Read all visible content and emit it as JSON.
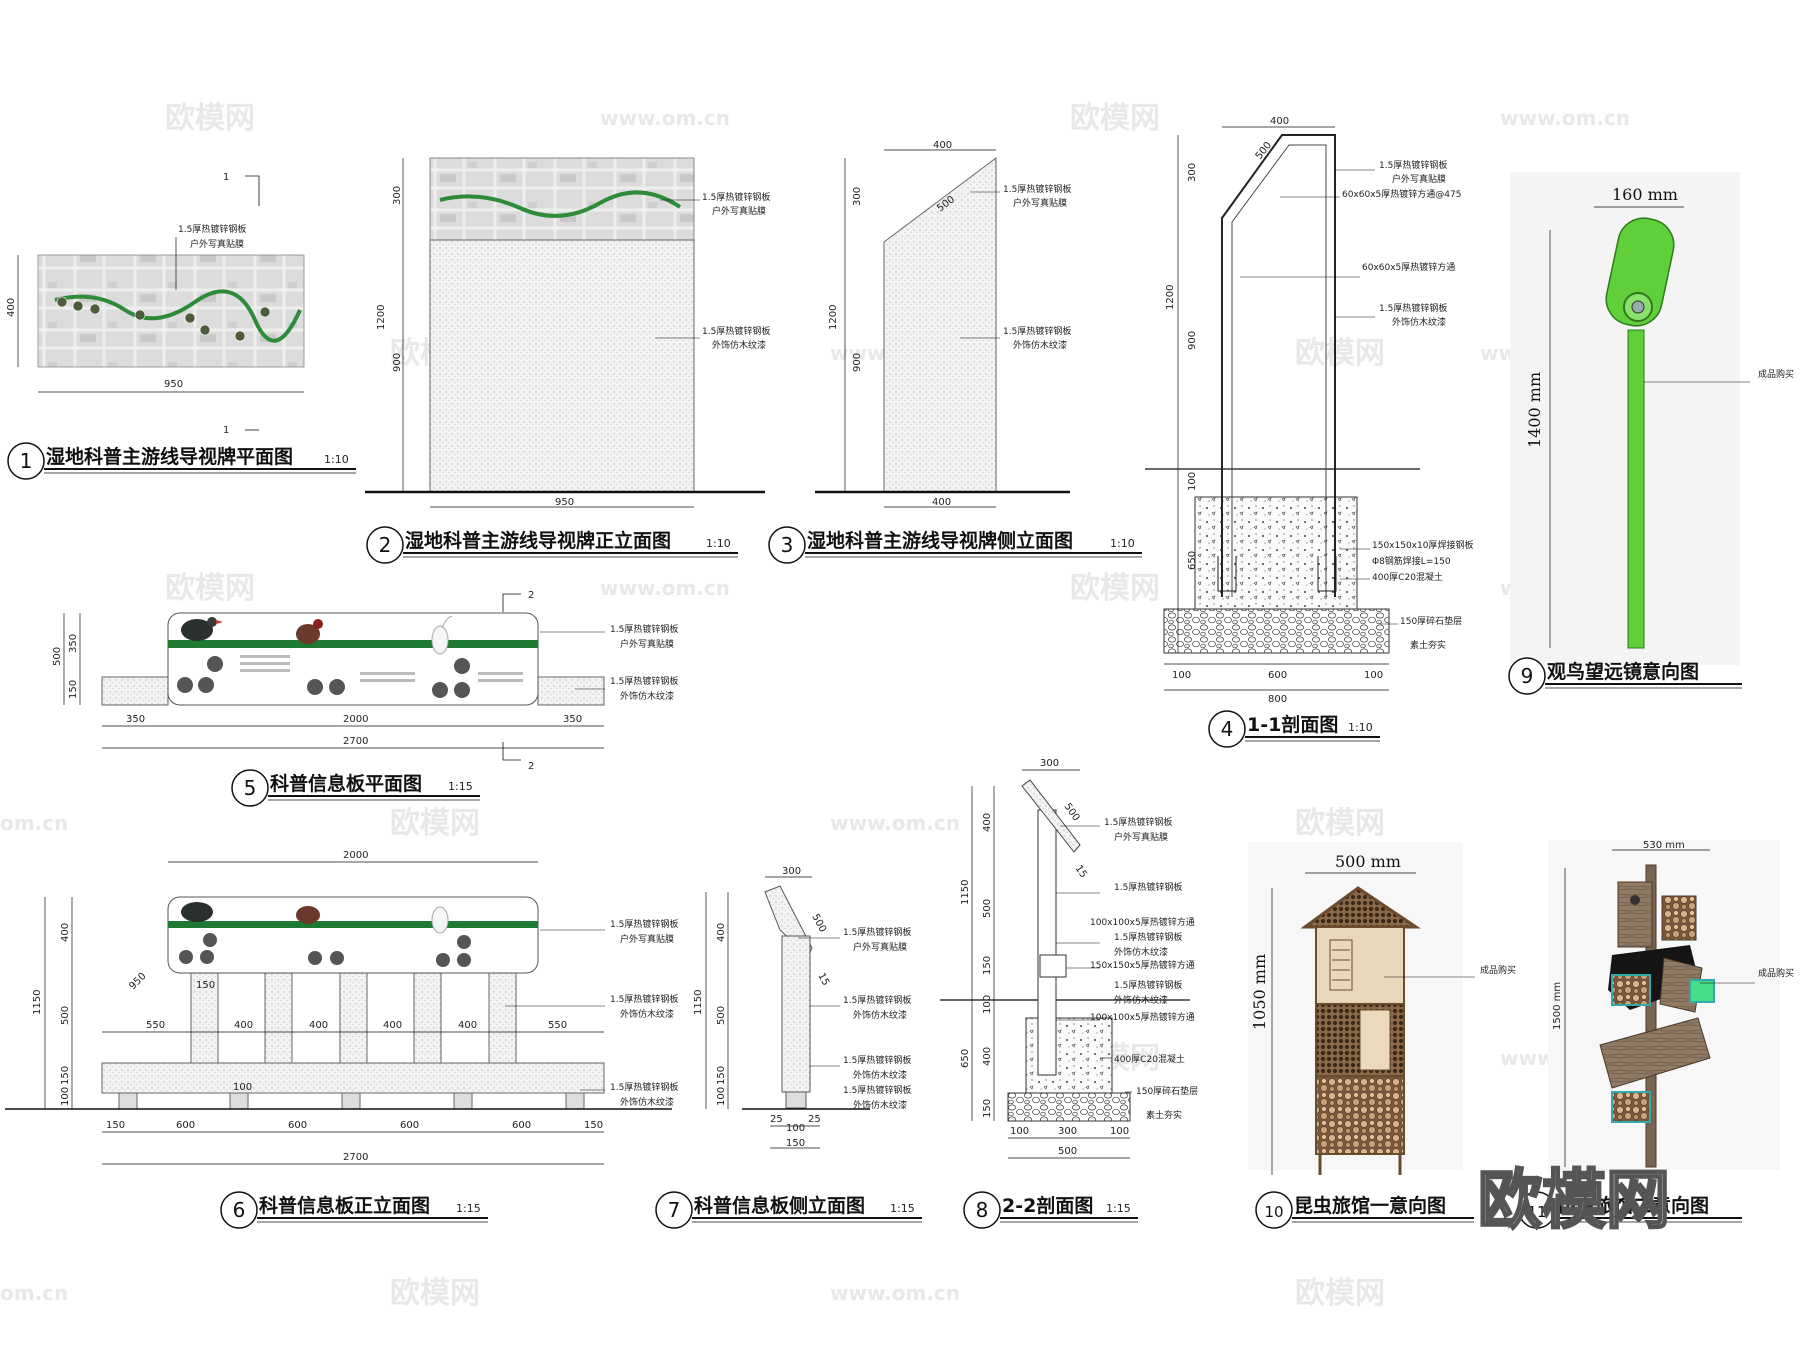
{
  "watermarks": {
    "logo": "欧模网",
    "url": "www.om.cn",
    "url_cut": "om.cn",
    "corner_logo": "欧模网"
  },
  "common": {
    "steel_plate": "1.5厚热镀锌钢板",
    "outdoor_print": "户外写真贴膜",
    "wood_grain": "外饰仿木纹漆",
    "finished": "成品购买",
    "gravel": "150厚碎石垫层",
    "soil": "素土夯实",
    "concrete": "400厚C20混凝土",
    "tube_60": "60x60x5厚热镀锌方通",
    "tube_60_475": "60x60x5厚热镀锌方通@475",
    "base_plate": "150x150x10厚焊接钢板",
    "anchor": "Φ8钢筋焊接L=150",
    "tube_100": "100x100x5厚热镀锌方通",
    "tube_150": "150x150x5厚热镀锌方通"
  },
  "drawings": [
    {
      "num": "1",
      "title": "湿地科普主游线导视牌平面图",
      "scale": "1:10"
    },
    {
      "num": "2",
      "title": "湿地科普主游线导视牌正立面图",
      "scale": "1:10"
    },
    {
      "num": "3",
      "title": "湿地科普主游线导视牌侧立面图",
      "scale": "1:10"
    },
    {
      "num": "4",
      "title": "1-1剖面图",
      "scale": "1:10"
    },
    {
      "num": "5",
      "title": "科普信息板平面图",
      "scale": "1:15"
    },
    {
      "num": "6",
      "title": "科普信息板正立面图",
      "scale": "1:15"
    },
    {
      "num": "7",
      "title": "科普信息板侧立面图",
      "scale": "1:15"
    },
    {
      "num": "8",
      "title": "2-2剖面图",
      "scale": "1:15"
    },
    {
      "num": "9",
      "title": "观鸟望远镜意向图",
      "scale": ""
    },
    {
      "num": "10",
      "title": "昆虫旅馆一意向图",
      "scale": ""
    },
    {
      "num": "11",
      "title": "昆虫旅馆二意向图",
      "scale": ""
    }
  ],
  "cut_marks": {
    "one": "1",
    "two": "2"
  },
  "dims": {
    "d1": {
      "w": "950",
      "h": "400"
    },
    "d2": {
      "w": "950",
      "top": "300",
      "h": "1200",
      "low": "900"
    },
    "d3": {
      "top": "400",
      "diag": "500",
      "h1": "300",
      "h": "1200",
      "low": "900",
      "w": "400"
    },
    "d4": {
      "top": "400",
      "diag": "500",
      "h1": "300",
      "h": "1200",
      "low": "900",
      "g": "100",
      "f": "650",
      "w100a": "100",
      "w600": "600",
      "w100b": "100",
      "w800": "800"
    },
    "d5": {
      "h": "500",
      "h350": "350",
      "h150": "150",
      "w350a": "350",
      "w2000": "2000",
      "w350b": "350",
      "w2700": "2700"
    },
    "d6": {
      "top": "2000",
      "h400": "400",
      "h500": "500",
      "h150": "150",
      "h100": "100",
      "h1150": "1150",
      "post": "150",
      "r": "950",
      "g550a": "550",
      "g400a": "400",
      "g400b": "400",
      "g400c": "400",
      "g400d": "400",
      "g550b": "550",
      "foot": "100",
      "b150a": "150",
      "b600a": "600",
      "b600b": "600",
      "b600c": "600",
      "b600d": "600",
      "b150b": "150",
      "w2700": "2700"
    },
    "d7": {
      "top": "300",
      "diag": "500",
      "ang": "15",
      "h400": "400",
      "h500": "500",
      "h150": "150",
      "h100": "100",
      "h1150": "1150",
      "w25a": "25",
      "w100": "100",
      "w25b": "25",
      "w150": "150"
    },
    "d8": {
      "top": "300",
      "diag": "500",
      "ang": "15",
      "h400": "400",
      "h500": "500",
      "h150": "150",
      "h100": "100",
      "h400b": "400",
      "h150b": "150",
      "h650": "650",
      "h1150": "1150",
      "w100a": "100",
      "w300": "300",
      "w100b": "100",
      "w500": "500"
    },
    "d9": {
      "w": "160 mm",
      "h": "1400 mm"
    },
    "d10": {
      "w": "500 mm",
      "h": "1050 mm"
    },
    "d11": {
      "w": "530 mm",
      "h": "1500 mm"
    }
  },
  "colors": {
    "green": "#1e7a32",
    "telescope": "#5fcf3a",
    "line": "#111111"
  }
}
